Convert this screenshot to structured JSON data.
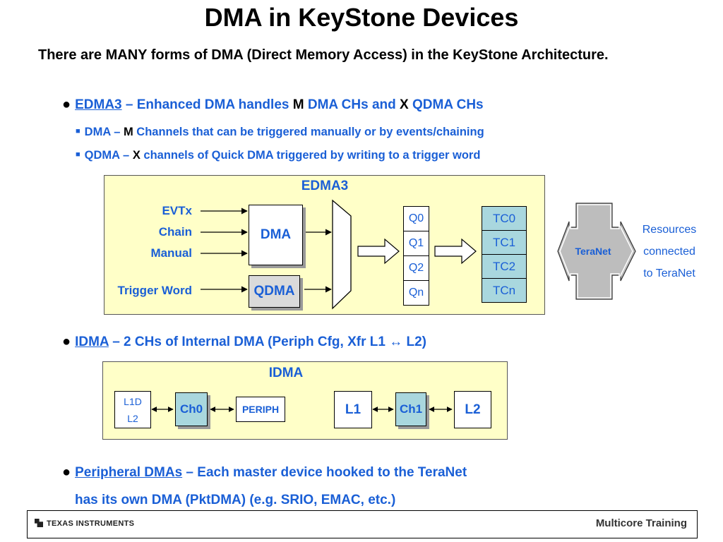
{
  "title": "DMA in KeyStone Devices",
  "intro": "There are MANY forms of DMA (Direct Memory Access) in the KeyStone Architecture.",
  "bullet_edma": {
    "name": "EDMA3",
    "t1": " – Enhanced DMA handles ",
    "m": "M",
    "t2": " DMA CHs and ",
    "x": "X",
    "t3": " QDMA CHs",
    "sub1_a": "DMA – ",
    "sub1_m": "M",
    "sub1_b": " Channels that can be triggered manually or by events/chaining",
    "sub2_a": "QDMA – ",
    "sub2_x": "X",
    "sub2_b": " channels of Quick DMA triggered by writing to a trigger word"
  },
  "edma_diagram": {
    "title": "EDMA3",
    "inputs": [
      "EVTx",
      "Chain",
      "Manual",
      "Trigger Word"
    ],
    "dma_label": "DMA",
    "qdma_label": "QDMA",
    "queues": [
      "Q0",
      "Q1",
      "Q2",
      "Qn"
    ],
    "tcs": [
      "TC0",
      "TC1",
      "TC2",
      "TCn"
    ],
    "teranet": "TeraNet",
    "resources": [
      "Resources",
      "connected",
      "to TeraNet"
    ]
  },
  "bullet_idma": {
    "name": "IDMA",
    "text": " – 2 CHs of Internal DMA (Periph Cfg, Xfr L1 ↔ L2)"
  },
  "idma_diagram": {
    "title": "IDMA",
    "l1d": "L1D",
    "l2a": "L2",
    "ch0": "Ch0",
    "periph": "PERIPH",
    "l1": "L1",
    "ch1": "Ch1",
    "l2b": "L2"
  },
  "bullet_periph": {
    "name": "Peripheral DMAs",
    "line1": " – Each master device hooked to the TeraNet",
    "line2": "has its own DMA (PktDMA) (e.g. SRIO, EMAC, etc.)"
  },
  "footer": {
    "brand": "TEXAS INSTRUMENTS",
    "course": "Multicore Training"
  },
  "colors": {
    "accent_blue": "#1a5fd6",
    "panel_yellow": "#ffffc8",
    "tc_teal": "#a9d7de"
  }
}
